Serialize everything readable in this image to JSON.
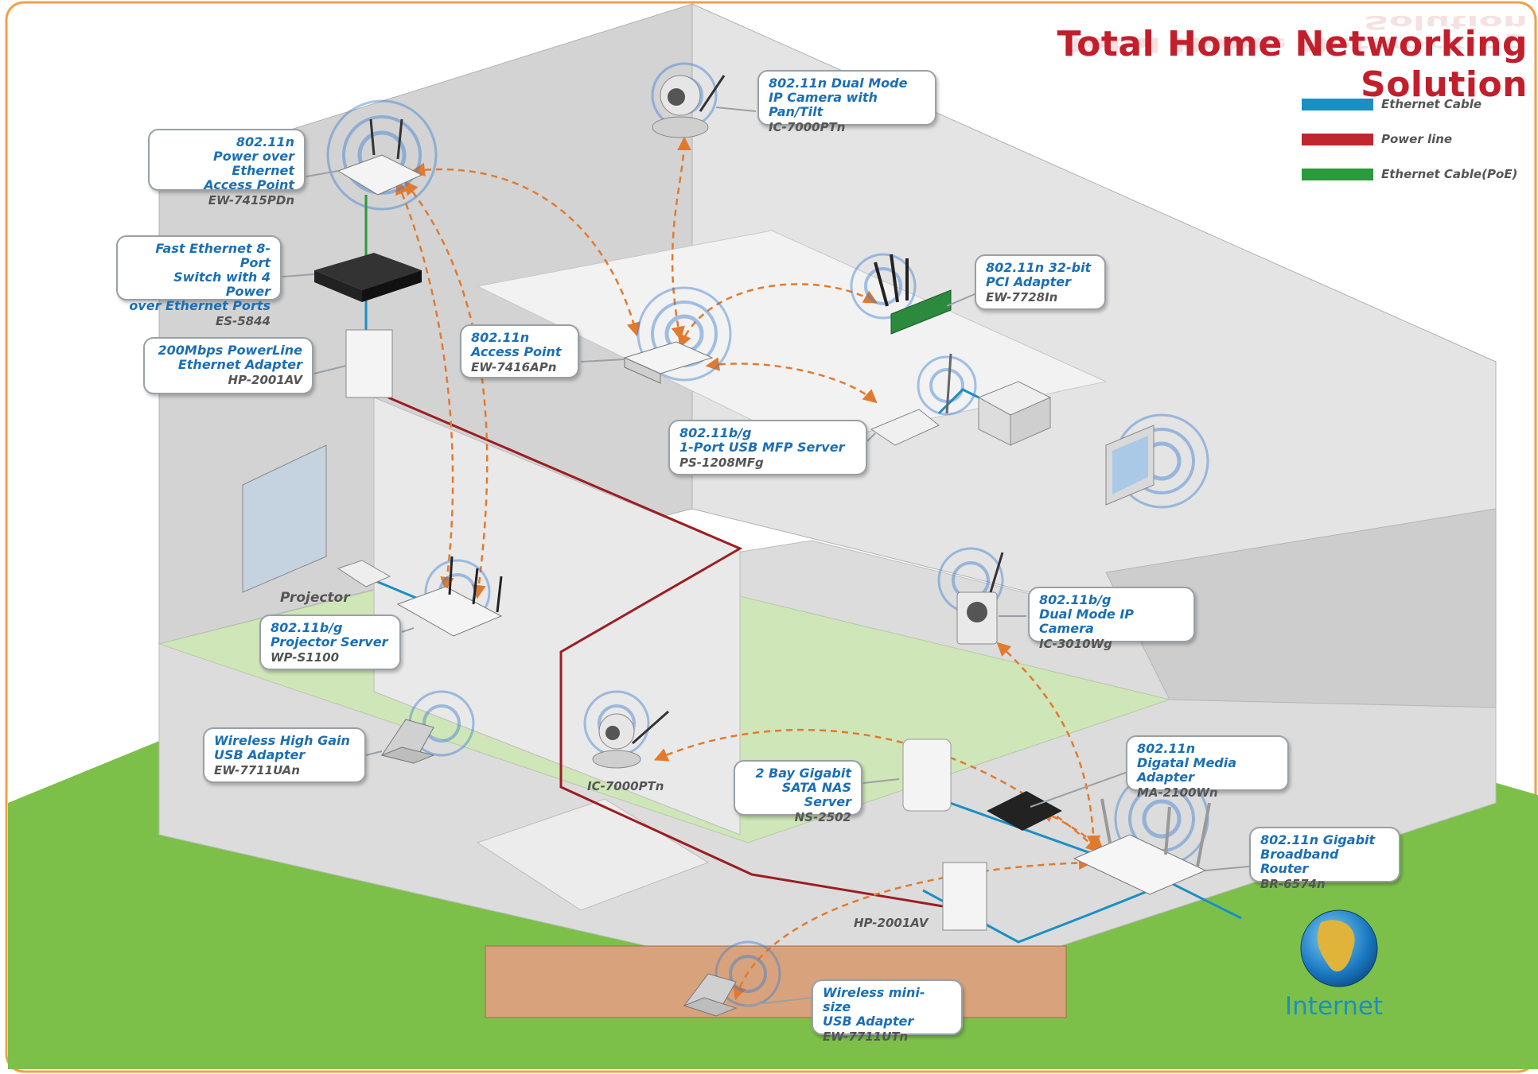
{
  "title": "Total Home Networking Solution",
  "legend": [
    {
      "label": "Ethernet Cable",
      "color": "#1a8fc4"
    },
    {
      "label": "Power line",
      "color": "#c0262d"
    },
    {
      "label": "Ethernet Cable(PoE)",
      "color": "#2a9a3a"
    }
  ],
  "callouts": {
    "poe_ap": {
      "title": [
        "802.11n",
        "Power over Ethernet",
        "Access Point"
      ],
      "model": "EW-7415PDn"
    },
    "switch": {
      "title": [
        "Fast Ethernet 8-Port",
        "Switch with 4 Power",
        "over Ethernet Ports"
      ],
      "model": "ES-5844"
    },
    "powerline": {
      "title": [
        "200Mbps PowerLine",
        "Ethernet Adapter"
      ],
      "model": "HP-2001AV"
    },
    "access_point": {
      "title": [
        "802.11n",
        "Access Point"
      ],
      "model": "EW-7416APn"
    },
    "ip_camera_pt": {
      "title": [
        "802.11n Dual Mode",
        "IP Camera with Pan/Tilt"
      ],
      "model": "IC-7000PTn"
    },
    "pci_adapter": {
      "title": [
        "802.11n 32-bit",
        "PCI Adapter"
      ],
      "model": "EW-7728In"
    },
    "mfp_server": {
      "title": [
        "802.11b/g",
        "1-Port USB MFP Server"
      ],
      "model": "PS-1208MFg"
    },
    "ip_camera": {
      "title": [
        "802.11b/g",
        "Dual Mode IP Camera"
      ],
      "model": "IC-3010Wg"
    },
    "projector_server": {
      "title": [
        "802.11b/g",
        "Projector Server"
      ],
      "model": "WP-S1100"
    },
    "usb_high_gain": {
      "title": [
        "Wireless High Gain",
        "USB Adapter"
      ],
      "model": "EW-7711UAn"
    },
    "nas": {
      "title": [
        "2 Bay Gigabit",
        "SATA NAS Server"
      ],
      "model": "NS-2502"
    },
    "media_adapter": {
      "title": [
        "802.11n",
        "Digatal Media Adapter"
      ],
      "model": "MA-2100Wn"
    },
    "router": {
      "title": [
        "802.11n Gigabit",
        "Broadband Router"
      ],
      "model": "BR-6574n"
    },
    "usb_mini": {
      "title": [
        "Wireless mini-size",
        "USB Adapter"
      ],
      "model": "EW-7711UTn"
    }
  },
  "labels": {
    "projector": "Projector",
    "camera_label": "IC-7000PTn",
    "powerline_label": "HP-2001AV",
    "internet": "Internet"
  }
}
